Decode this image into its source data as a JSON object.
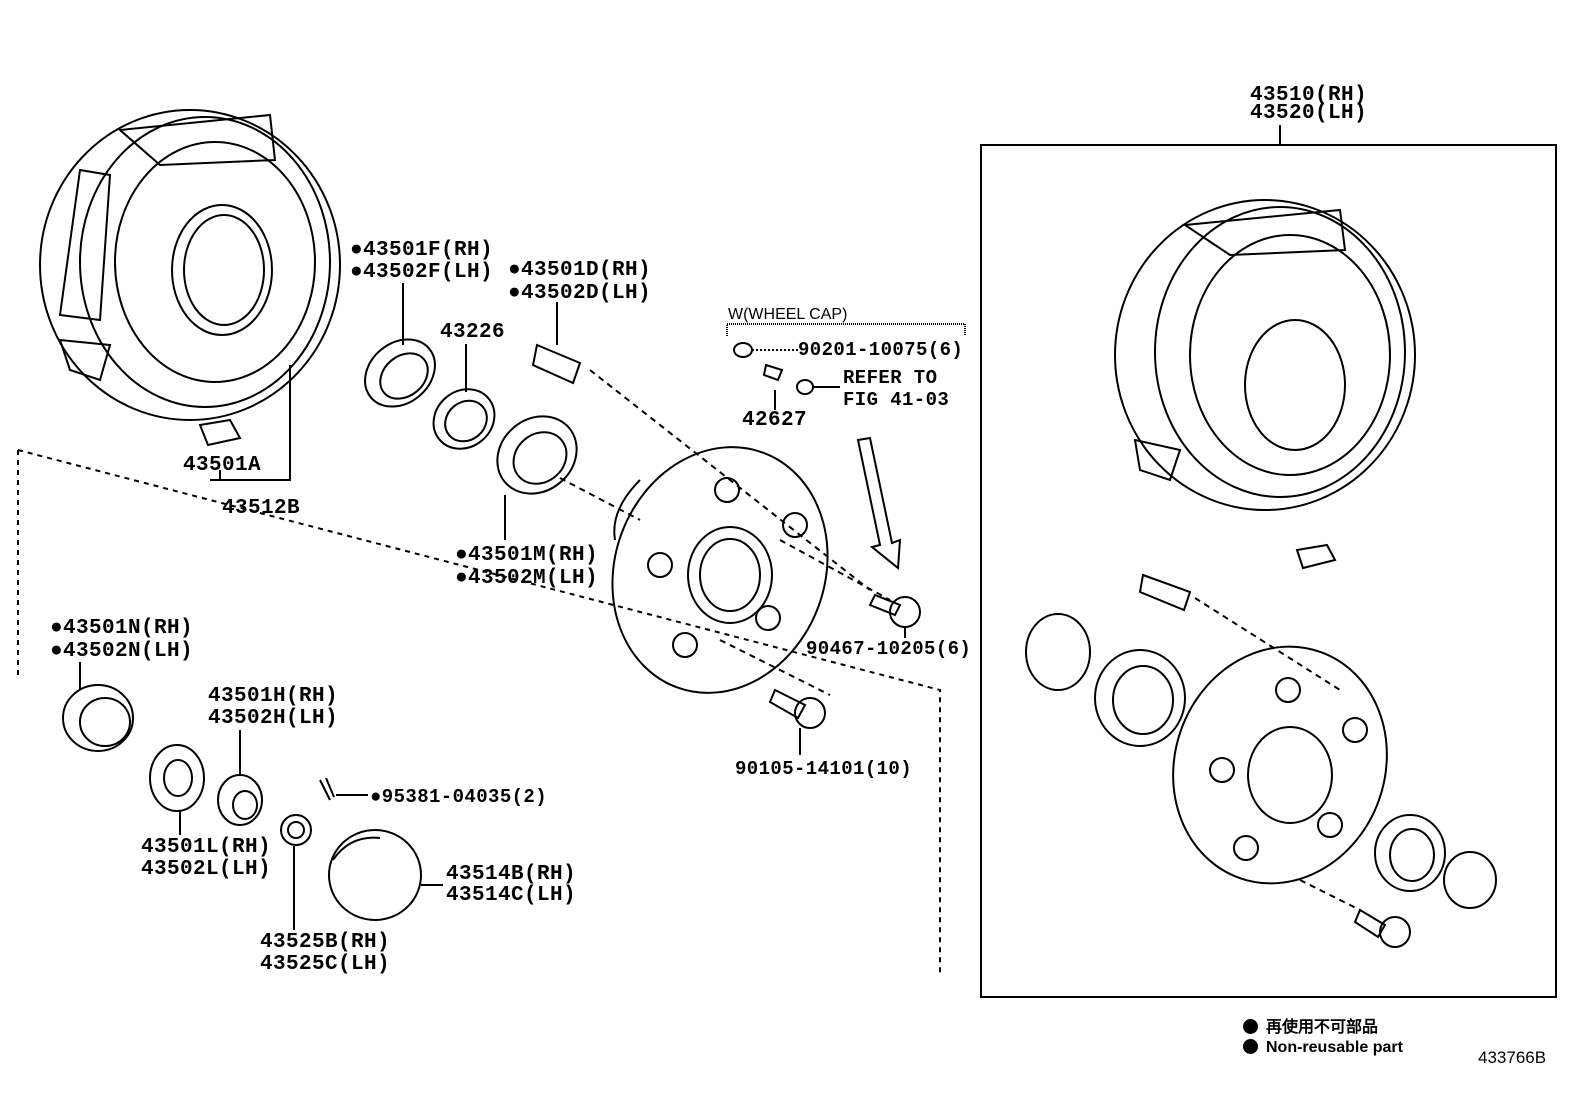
{
  "labels": {
    "l43501F": "●43501F(RH)",
    "l43502F": "●43502F(LH)",
    "l43501D": "●43501D(RH)",
    "l43502D": "●43502D(LH)",
    "l43226": "43226",
    "wheel_cap": "W(WHEEL CAP)",
    "l90201": "90201-10075(6)",
    "refer1": "REFER TO",
    "refer2": "FIG 41-03",
    "l42627": "42627",
    "l43501A": "43501A",
    "l43512B": "43512B",
    "l43501M": "●43501M(RH)",
    "l43502M": "●43502M(LH)",
    "l90467": "90467-10205(6)",
    "l43501N": "●43501N(RH)",
    "l43502N": "●43502N(LH)",
    "l43501H": "43501H(RH)",
    "l43502H": "43502H(LH)",
    "l90105": "90105-14101(10)",
    "l95381": "●95381-04035(2)",
    "l43501L": "43501L(RH)",
    "l43502L": "43502L(LH)",
    "l43514B": "43514B(RH)",
    "l43514C": "43514C(LH)",
    "l43525B": "43525B(RH)",
    "l43525C": "43525C(LH)",
    "l43510": "43510(RH)",
    "l43520": "43520(LH)"
  },
  "legend": {
    "japanese": "再使用不可部品",
    "english": "Non-reusable part",
    "figure_code": "433766B"
  }
}
